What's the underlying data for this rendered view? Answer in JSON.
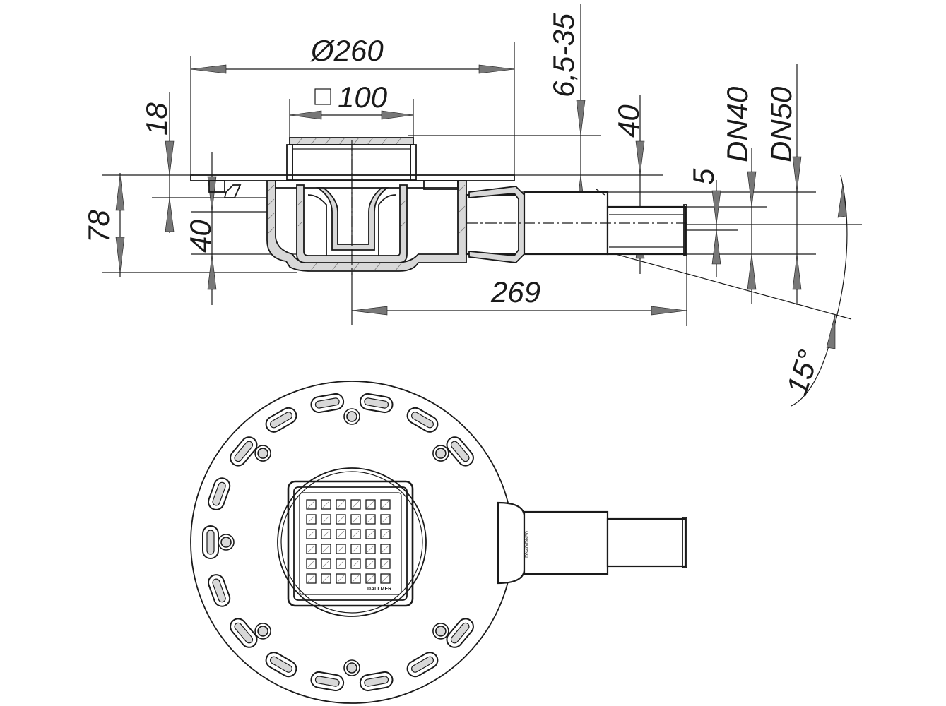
{
  "dimensions": {
    "diameter_260": "Ø260",
    "square_100": "100",
    "range_6_5_35": "6,5-35",
    "height_18": "18",
    "height_78": "78",
    "height_40_left": "40",
    "height_40_right": "40",
    "size_5": "5",
    "dn40": "DN40",
    "dn50": "DN50",
    "length_269": "269",
    "angle_15": "15°"
  },
  "labels": {
    "grate_brand": "DALLMER",
    "outlet_mark": "DN40/DN50"
  },
  "colors": {
    "line": "#1a1a1a",
    "arrow_fill": "#777777",
    "shade": "#d8d8d8"
  }
}
